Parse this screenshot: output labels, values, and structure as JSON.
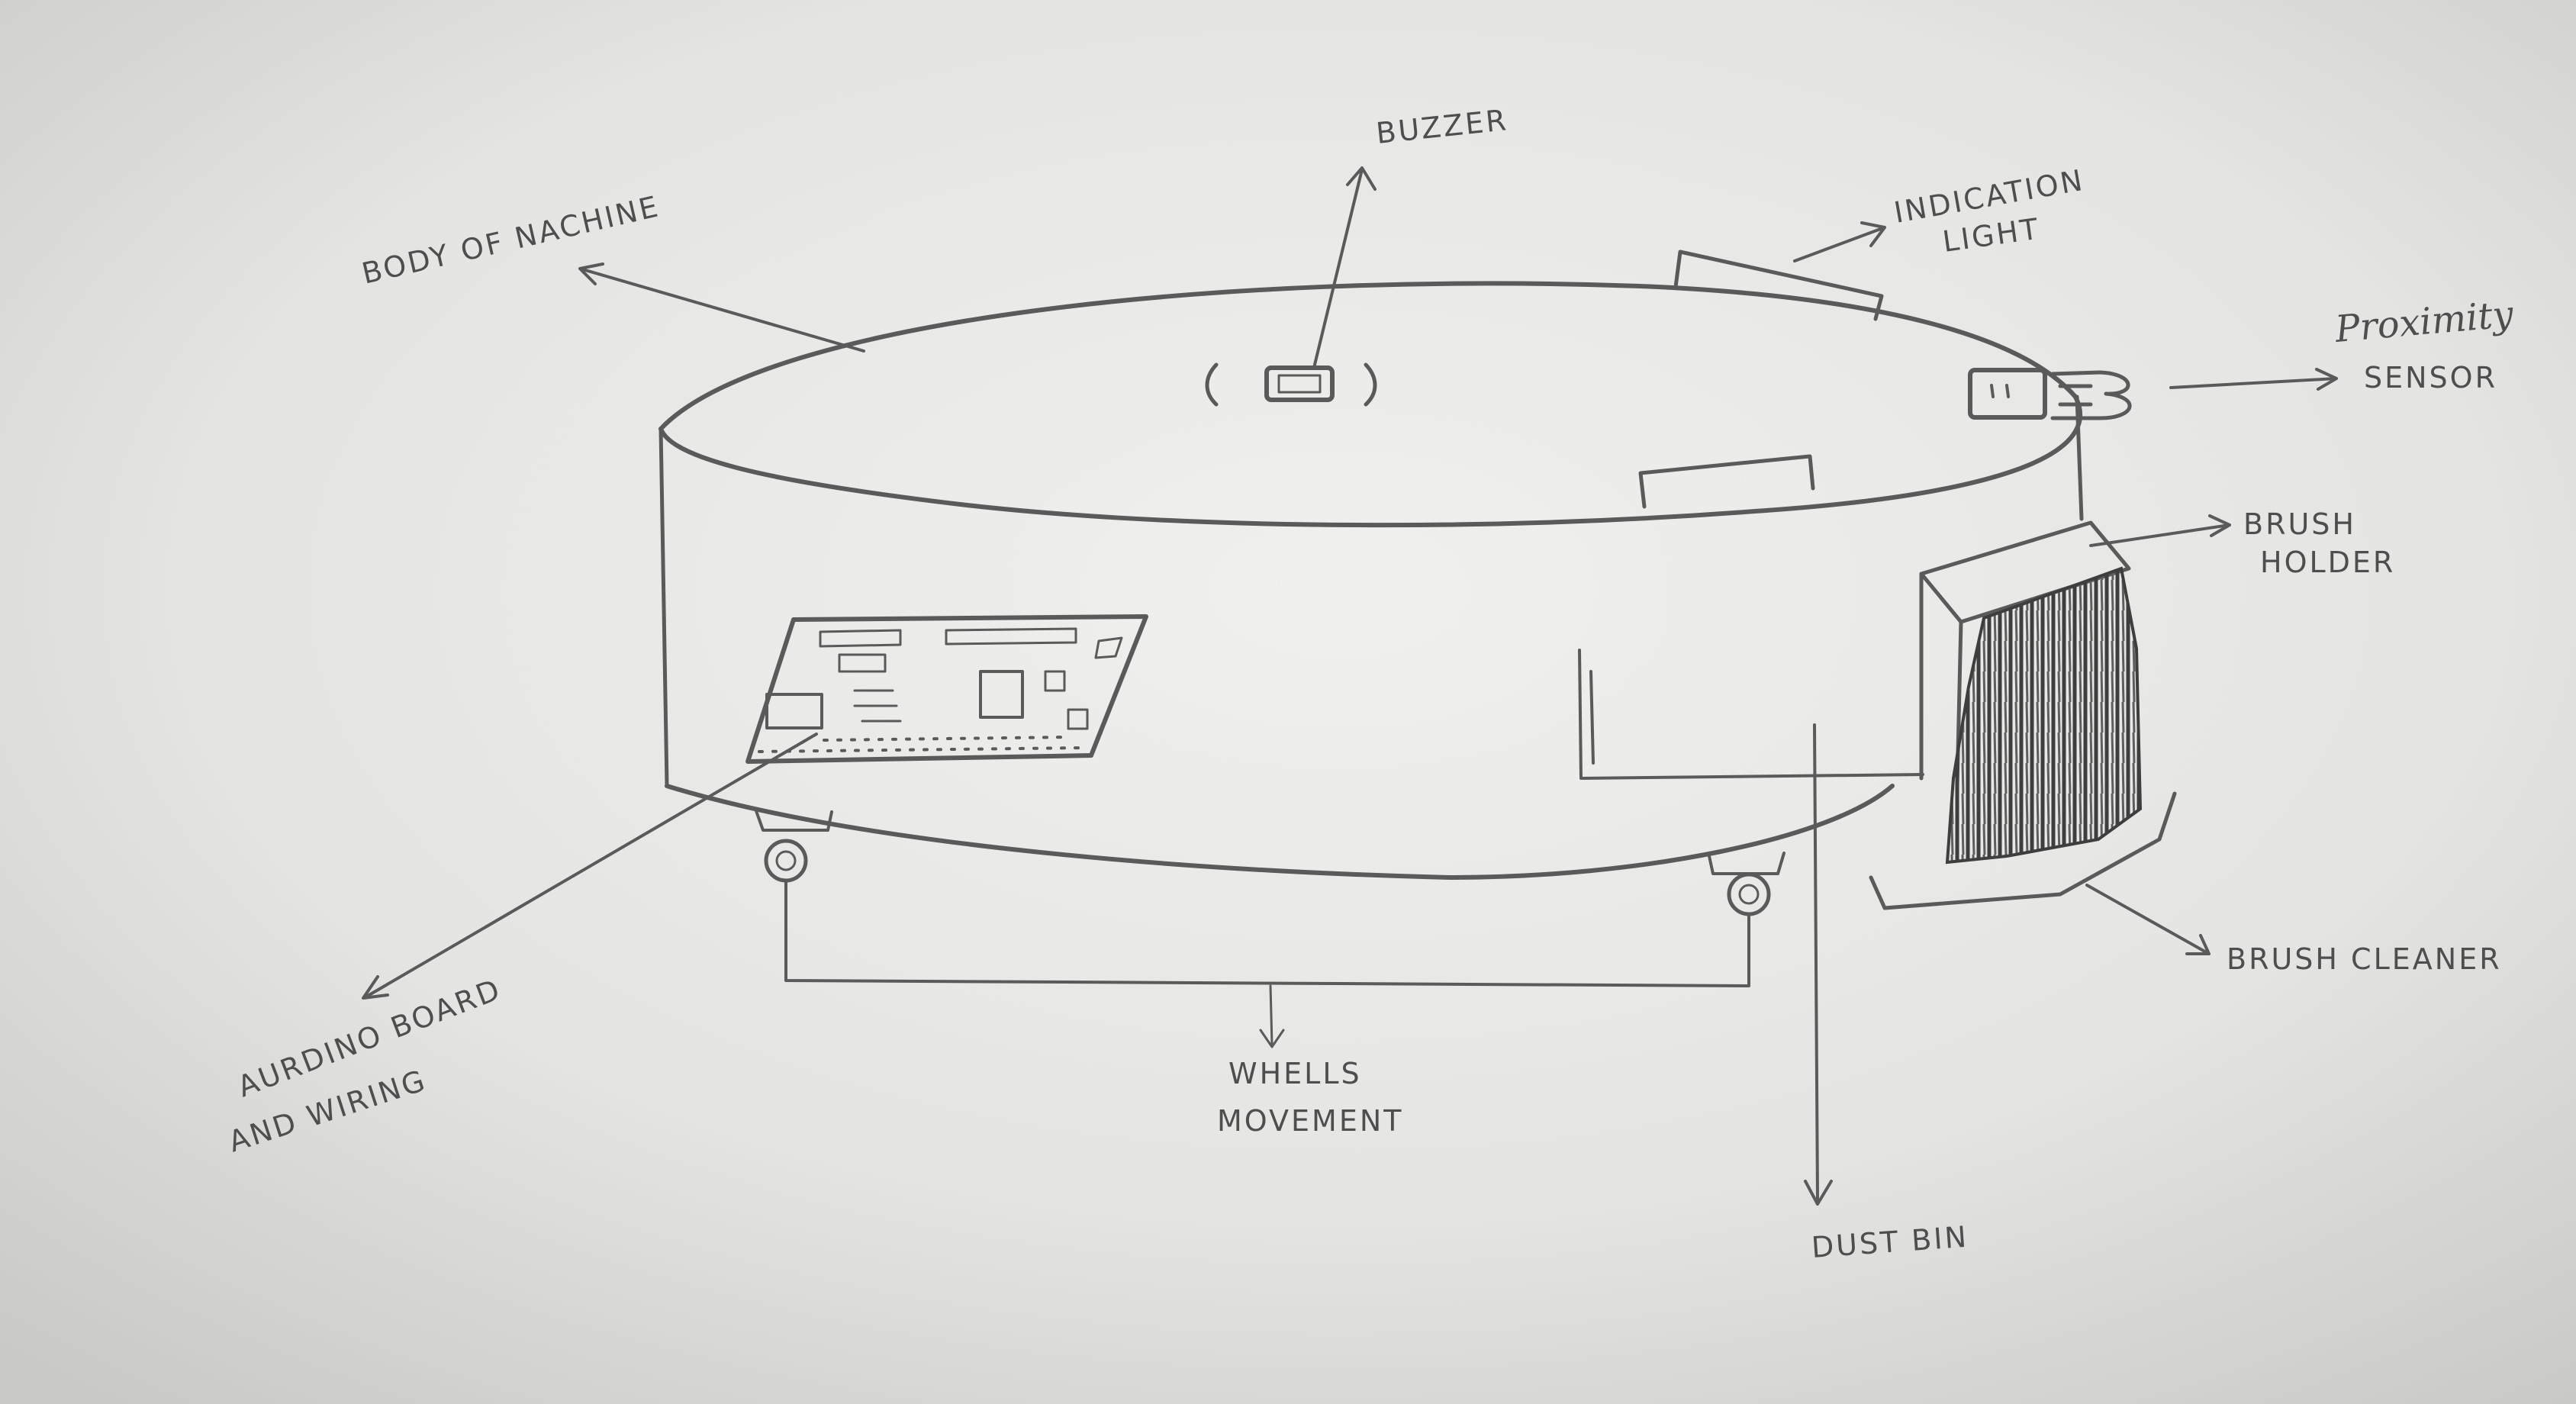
{
  "labels": {
    "buzzer": "BUZZER",
    "body_of_machine": "BODY OF NACHINE",
    "indication_light_1": "INDICATION",
    "indication_light_2": "LIGHT",
    "proximity_sensor_1": "Proximity",
    "proximity_sensor_2": "SENSOR",
    "brush_holder_1": "BRUSH",
    "brush_holder_2": "HOLDER",
    "brush_cleaner": "BRUSH CLEANER",
    "dust_bin": "DUST BIN",
    "wheels_movement_1": "WHELLS",
    "wheels_movement_2": "MOVEMENT",
    "arduino_1": "AURDINO BOARD",
    "arduino_2": "AND WIRING"
  }
}
